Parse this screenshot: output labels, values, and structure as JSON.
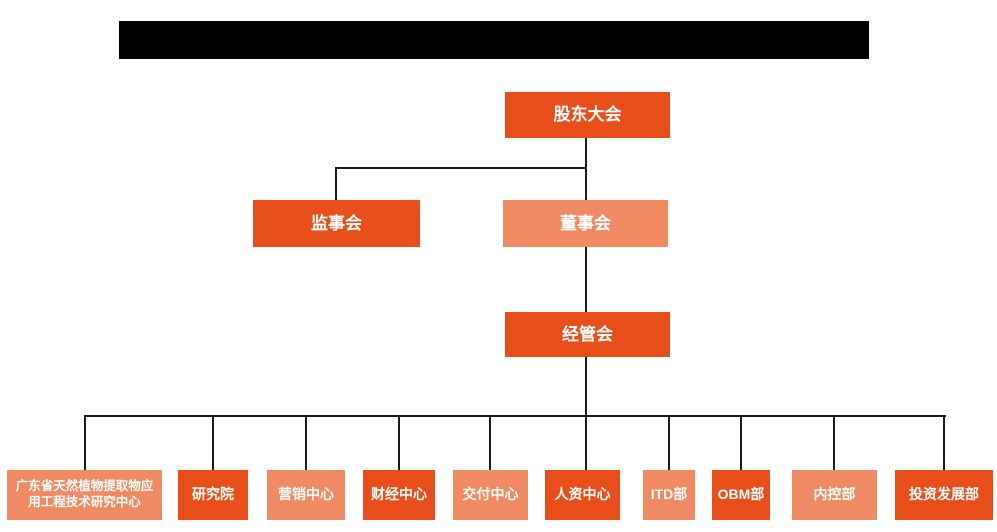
{
  "diagram": {
    "type": "org-chart",
    "header": {
      "redacted": true
    }
  },
  "colors": {
    "primary": "#e84e1a",
    "secondary": "#ef8a62",
    "line": "#1b1b1b",
    "text": "#ffffff",
    "redacted_bar": "#000000",
    "background": "#ffffff"
  },
  "nodes": {
    "shareholders_meeting": {
      "label": "股东大会",
      "variant": "primary"
    },
    "supervisory_board": {
      "label": "监事会",
      "variant": "primary"
    },
    "board_of_directors": {
      "label": "董事会",
      "variant": "secondary"
    },
    "management_committee": {
      "label": "经管会",
      "variant": "primary"
    },
    "research_center": {
      "label": "广东省天然植物提取物应用工程技术研究中心",
      "variant": "secondary"
    },
    "research_institute": {
      "label": "研究院",
      "variant": "primary"
    },
    "marketing_center": {
      "label": "营销中心",
      "variant": "secondary"
    },
    "finance_center": {
      "label": "财经中心",
      "variant": "primary"
    },
    "delivery_center": {
      "label": "交付中心",
      "variant": "secondary"
    },
    "hr_center": {
      "label": "人资中心",
      "variant": "primary"
    },
    "itd_dept": {
      "label": "ITD部",
      "variant": "secondary"
    },
    "obm_dept": {
      "label": "OBM部",
      "variant": "primary"
    },
    "internal_control_dept": {
      "label": "内控部",
      "variant": "secondary"
    },
    "investment_dev_dept": {
      "label": "投资发展部",
      "variant": "primary"
    }
  }
}
